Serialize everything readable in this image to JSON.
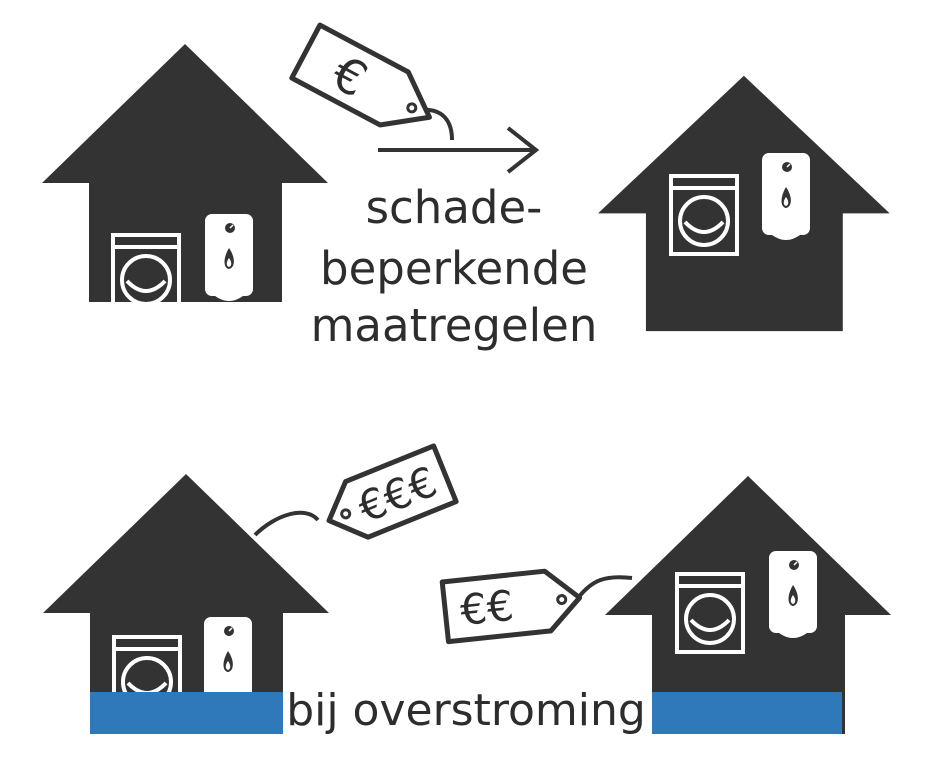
{
  "caption_top": [
    "schade-",
    "beperkende",
    "maatregelen"
  ],
  "caption_bottom": "bij overstroming",
  "tags": {
    "top": "€",
    "bottom_left": "€€€",
    "bottom_right": "€€"
  },
  "colors": {
    "house": "#333333",
    "water": "#2f78ba",
    "background": "#ffffff"
  },
  "icons": [
    "house-icon",
    "washing-machine-icon",
    "water-heater-icon",
    "flame-icon",
    "price-tag-icon",
    "arrow-right-icon"
  ]
}
